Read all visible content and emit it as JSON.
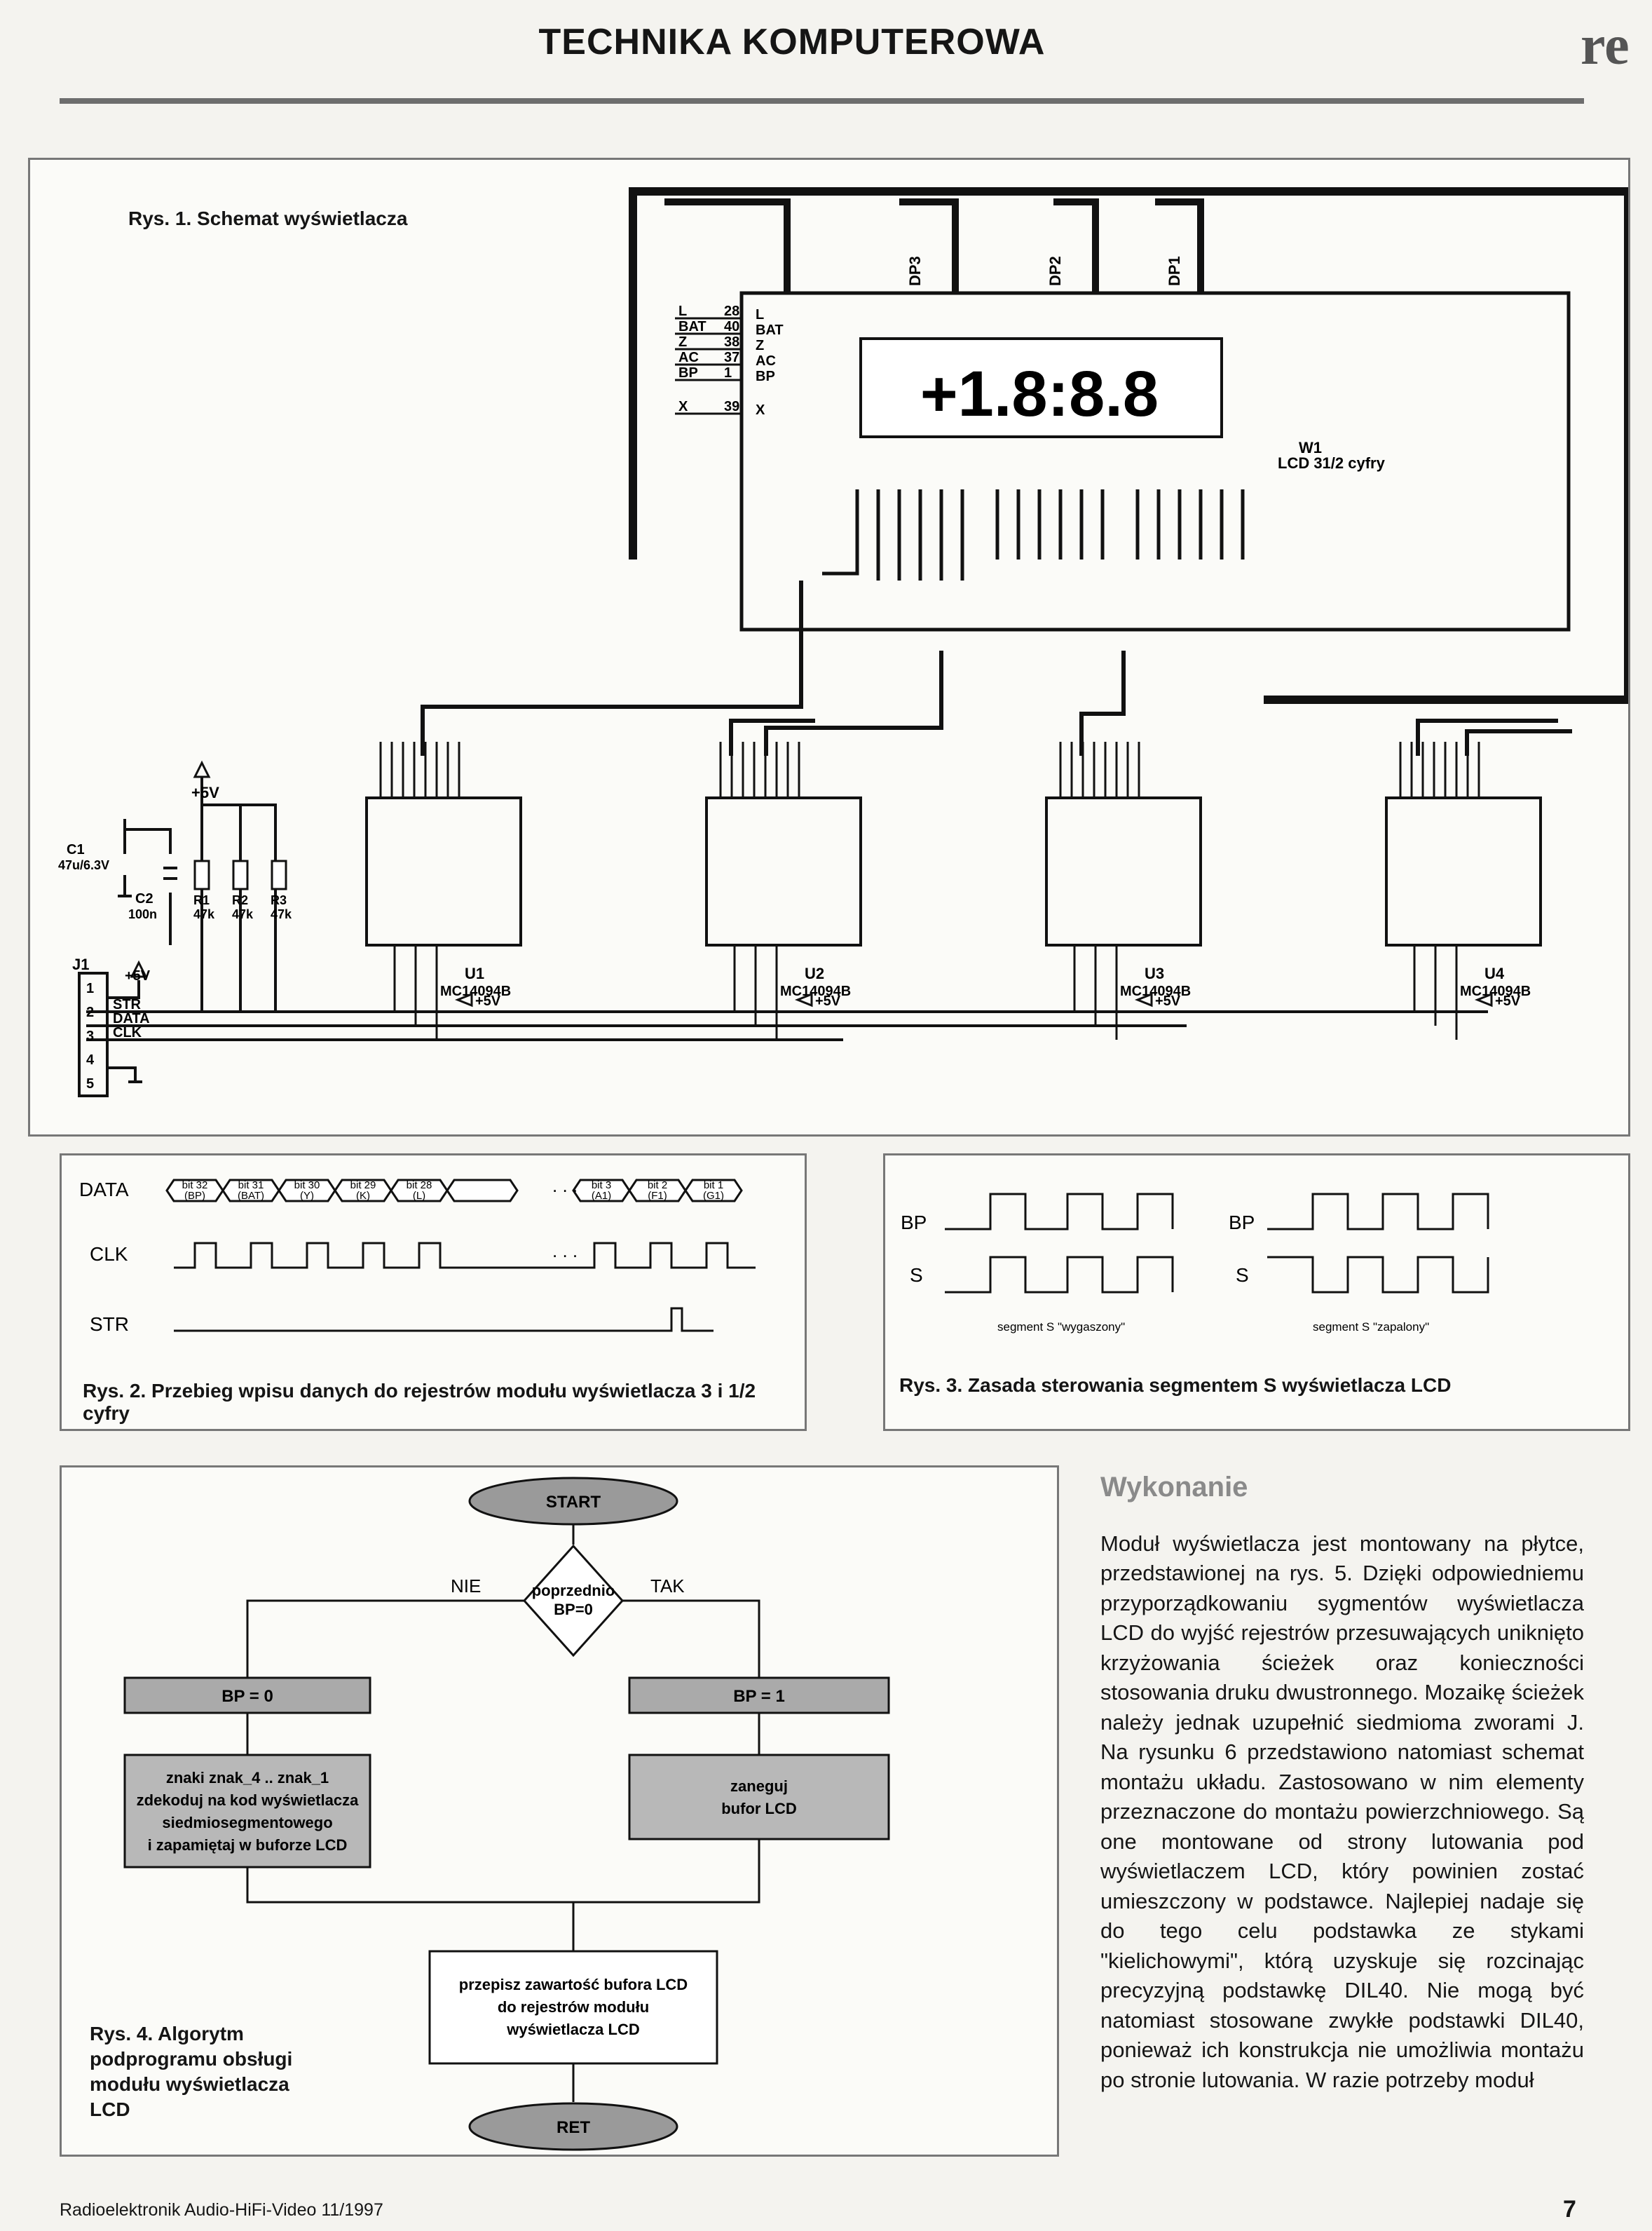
{
  "header": {
    "title": "TECHNIKA KOMPUTEROWA",
    "logo": "re"
  },
  "figure1": {
    "caption": "Rys. 1. Schemat wyświetlacza",
    "display_text": "+1.8:8.8",
    "display_label": "W1",
    "display_type": "LCD 31/2 cyfry",
    "pins": [
      {
        "name": "L",
        "num": "28"
      },
      {
        "name": "BAT",
        "num": "40"
      },
      {
        "name": "Z",
        "num": "38"
      },
      {
        "name": "AC",
        "num": "37"
      },
      {
        "name": "BP",
        "num": "1"
      },
      {
        "name": "X",
        "num": "39"
      }
    ],
    "dp_labels": [
      "DP3",
      "DP2",
      "DP1"
    ],
    "c1": {
      "name": "C1",
      "value": "47u/6.3V"
    },
    "c2": {
      "name": "C2",
      "value": "100n"
    },
    "resistors": [
      {
        "name": "R1",
        "value": "47k"
      },
      {
        "name": "R2",
        "value": "47k"
      },
      {
        "name": "R3",
        "value": "47k"
      }
    ],
    "supply": "+5V",
    "connector": {
      "name": "J1",
      "pins": [
        "1",
        "2",
        "3",
        "4",
        "5"
      ],
      "signals": [
        "STR",
        "DATA",
        "CLK"
      ]
    },
    "chips": [
      {
        "ref": "U1",
        "part": "MC14094B"
      },
      {
        "ref": "U2",
        "part": "MC14094B"
      },
      {
        "ref": "U3",
        "part": "MC14094B"
      },
      {
        "ref": "U4",
        "part": "MC14094B"
      }
    ]
  },
  "figure2": {
    "caption": "Rys. 2. Przebieg wpisu danych do rejestrów modułu wyświetlacza 3 i 1/2 cyfry",
    "signals": [
      "DATA",
      "CLK",
      "STR"
    ],
    "bits": [
      {
        "bit": "bit 32",
        "name": "(BP)"
      },
      {
        "bit": "bit 31",
        "name": "(BAT)"
      },
      {
        "bit": "bit 30",
        "name": "(Y)"
      },
      {
        "bit": "bit 29",
        "name": "(K)"
      },
      {
        "bit": "bit 28",
        "name": "(L)"
      },
      {
        "bit": "bit 3",
        "name": "(A1)"
      },
      {
        "bit": "bit 2",
        "name": "(F1)"
      },
      {
        "bit": "bit 1",
        "name": "(G1)"
      }
    ]
  },
  "figure3": {
    "caption": "Rys. 3. Zasada sterowania segmentem S wyświetlacza LCD",
    "bp_label": "BP",
    "s_label": "S",
    "off_label": "segment S \"wygaszony\"",
    "on_label": "segment S \"zapalony\""
  },
  "figure4": {
    "caption": "Rys. 4. Algorytm podprogramu obsługi modułu wyświetlacza LCD",
    "start": "START",
    "decision": "poprzednio BP=0",
    "no": "NIE",
    "yes": "TAK",
    "bp0": "BP = 0",
    "bp1": "BP = 1",
    "encode": [
      "znaki znak_4 .. znak_1",
      "zdekoduj na kod wyświetlacza",
      "siedmiosegmentowego",
      "i zapamiętaj w buforze LCD"
    ],
    "negate": [
      "zaneguj",
      "bufor LCD"
    ],
    "copy": [
      "przepisz zawartość bufora LCD",
      "do rejestrów modułu",
      "wyświetlacza LCD"
    ],
    "end": "RET"
  },
  "article": {
    "heading": "Wykonanie",
    "body": "Moduł wyświetlacza jest montowany na płytce, przedstawionej na rys. 5. Dzięki odpowiedniemu przyporządkowaniu sygmentów wyświetlacza LCD do wyjść rejestrów przesuwających uniknięto krzyżowania ścieżek oraz konieczności stosowania druku dwustronnego. Mozaikę ścieżek należy jednak uzupełnić siedmioma zworami J. Na rysunku 6 przedstawiono natomiast schemat montażu układu. Zastosowano w nim elementy przeznaczone do montażu powierzchniowego. Są one montowane od strony lutowania pod wyświetlaczem LCD, który powinien zostać umieszczony w podstawce. Najlepiej nadaje się do tego celu podstawka ze stykami \"kielichowymi\", którą uzyskuje się rozcinając precyzyjną podstawkę DIL40. Nie mogą być natomiast stosowane zwykłe podstawki DIL40, ponieważ ich konstrukcja nie umożliwia montażu po stronie lutowania. W razie potrzeby moduł"
  },
  "footer": {
    "publication": "Radioelektronik Audio-HiFi-Video 11/1997",
    "page": "7"
  }
}
